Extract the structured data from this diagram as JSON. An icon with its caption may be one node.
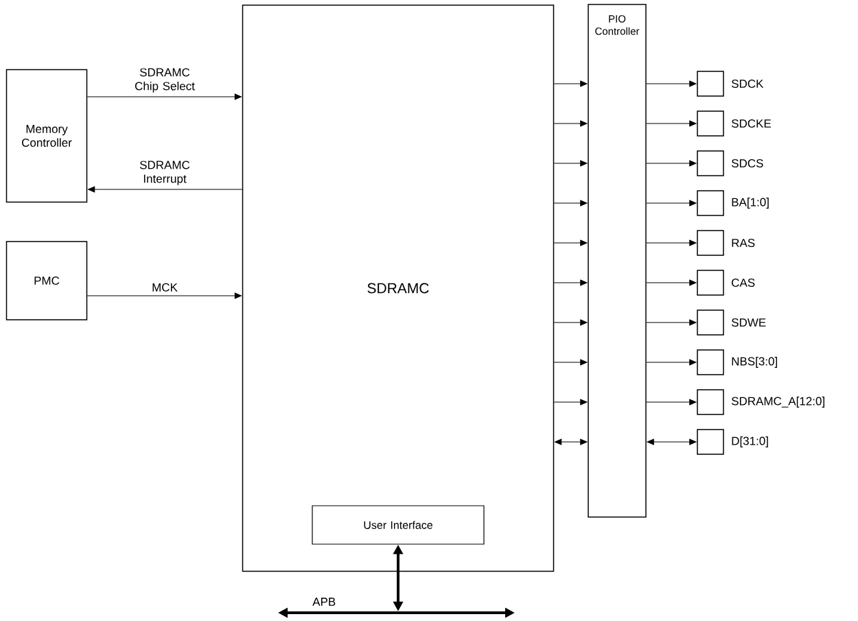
{
  "diagram": {
    "nodes": [
      {
        "text": [
          "Memory Controller"
        ]
      },
      {
        "text": [
          "PMC"
        ]
      },
      {
        "text": [
          "SDRAMC"
        ]
      },
      {
        "text": [
          "User Interface"
        ],
        "in": 2
      },
      {
        "text": [
          "PIO Controller"
        ]
      },
      {
        "text": [],
        "shape": "box",
        "beside": [
          "SDCK"
        ]
      },
      {
        "text": [],
        "shape": "box",
        "beside": [
          "SDCKE"
        ]
      },
      {
        "text": [],
        "shape": "box",
        "beside": [
          "SDCS"
        ]
      },
      {
        "text": [],
        "shape": "box",
        "beside": [
          "BA[1:0]"
        ]
      },
      {
        "text": [],
        "shape": "box",
        "beside": [
          "RAS"
        ]
      },
      {
        "text": [],
        "shape": "box",
        "beside": [
          "CAS"
        ]
      },
      {
        "text": [],
        "shape": "box",
        "beside": [
          "SDWE"
        ]
      },
      {
        "text": [],
        "shape": "box",
        "beside": [
          "NBS[3:0]"
        ]
      },
      {
        "text": [],
        "shape": "box",
        "beside": [
          "SDRAMC_A[12:0]"
        ]
      },
      {
        "text": [],
        "shape": "box",
        "beside": [
          "D[31:0]"
        ]
      },
      {
        "text": [],
        "shape": "bar",
        "beside": [
          "APB"
        ]
      }
    ],
    "edges": [
      {
        "from": 0,
        "to": 2,
        "arrow": "to",
        "label": "SDRAMC Chip Select"
      },
      {
        "from": 2,
        "to": 0,
        "arrow": "to",
        "label": "SDRAMC Interrupt"
      },
      {
        "from": 1,
        "to": 2,
        "arrow": "to",
        "label": "MCK"
      },
      {
        "from": 2,
        "to": 4,
        "arrow": "to"
      },
      {
        "from": 2,
        "to": 4,
        "arrow": "to"
      },
      {
        "from": 2,
        "to": 4,
        "arrow": "to"
      },
      {
        "from": 2,
        "to": 4,
        "arrow": "to"
      },
      {
        "from": 2,
        "to": 4,
        "arrow": "to"
      },
      {
        "from": 2,
        "to": 4,
        "arrow": "to"
      },
      {
        "from": 2,
        "to": 4,
        "arrow": "to"
      },
      {
        "from": 2,
        "to": 4,
        "arrow": "to"
      },
      {
        "from": 2,
        "to": 4,
        "arrow": "to"
      },
      {
        "from": 2,
        "to": 4,
        "arrow": "both"
      },
      {
        "from": 4,
        "to": 5,
        "arrow": "to"
      },
      {
        "from": 4,
        "to": 6,
        "arrow": "to"
      },
      {
        "from": 4,
        "to": 7,
        "arrow": "to"
      },
      {
        "from": 4,
        "to": 8,
        "arrow": "to"
      },
      {
        "from": 4,
        "to": 9,
        "arrow": "to"
      },
      {
        "from": 4,
        "to": 10,
        "arrow": "to"
      },
      {
        "from": 4,
        "to": 11,
        "arrow": "to"
      },
      {
        "from": 4,
        "to": 12,
        "arrow": "to"
      },
      {
        "from": 4,
        "to": 13,
        "arrow": "to"
      },
      {
        "from": 4,
        "to": 14,
        "arrow": "both"
      },
      {
        "from": 3,
        "to": 15,
        "arrow": "both",
        "style": "thick"
      }
    ]
  }
}
